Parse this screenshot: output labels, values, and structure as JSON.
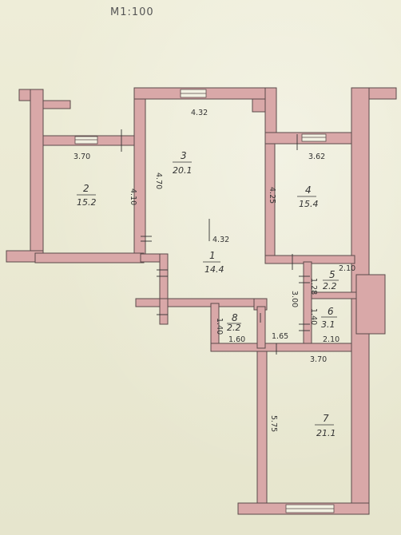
{
  "scale": "M1:100",
  "colors": {
    "wall_fill": "#d9a8a8",
    "wall_stroke": "#5a4a4a",
    "paper": "#ecebd6"
  },
  "rooms": [
    {
      "number": "1",
      "area": "14.4"
    },
    {
      "number": "2",
      "area": "15.2"
    },
    {
      "number": "3",
      "area": "20.1"
    },
    {
      "number": "4",
      "area": "15.4"
    },
    {
      "number": "5",
      "area": "2.2"
    },
    {
      "number": "6",
      "area": "3.1"
    },
    {
      "number": "7",
      "area": "21.1"
    },
    {
      "number": "8",
      "area": "2.2"
    }
  ],
  "dimensions": {
    "r3_top": "4.32",
    "r2_top": "3.70",
    "r3_left": "4.70",
    "r2_right": "4.10",
    "r4_top": "3.62",
    "r4_left": "4.25",
    "r1_top": "4.32",
    "r5_top": "2.10",
    "r5_side": "1.28",
    "r6_side": "1.40",
    "r6_bottom": "2.10",
    "r8_left": "1.40",
    "r8_bottom": "1.60",
    "hall_right": "3.00",
    "corr_width": "1.65",
    "r7_top": "3.70",
    "r7_left": "5.75"
  }
}
